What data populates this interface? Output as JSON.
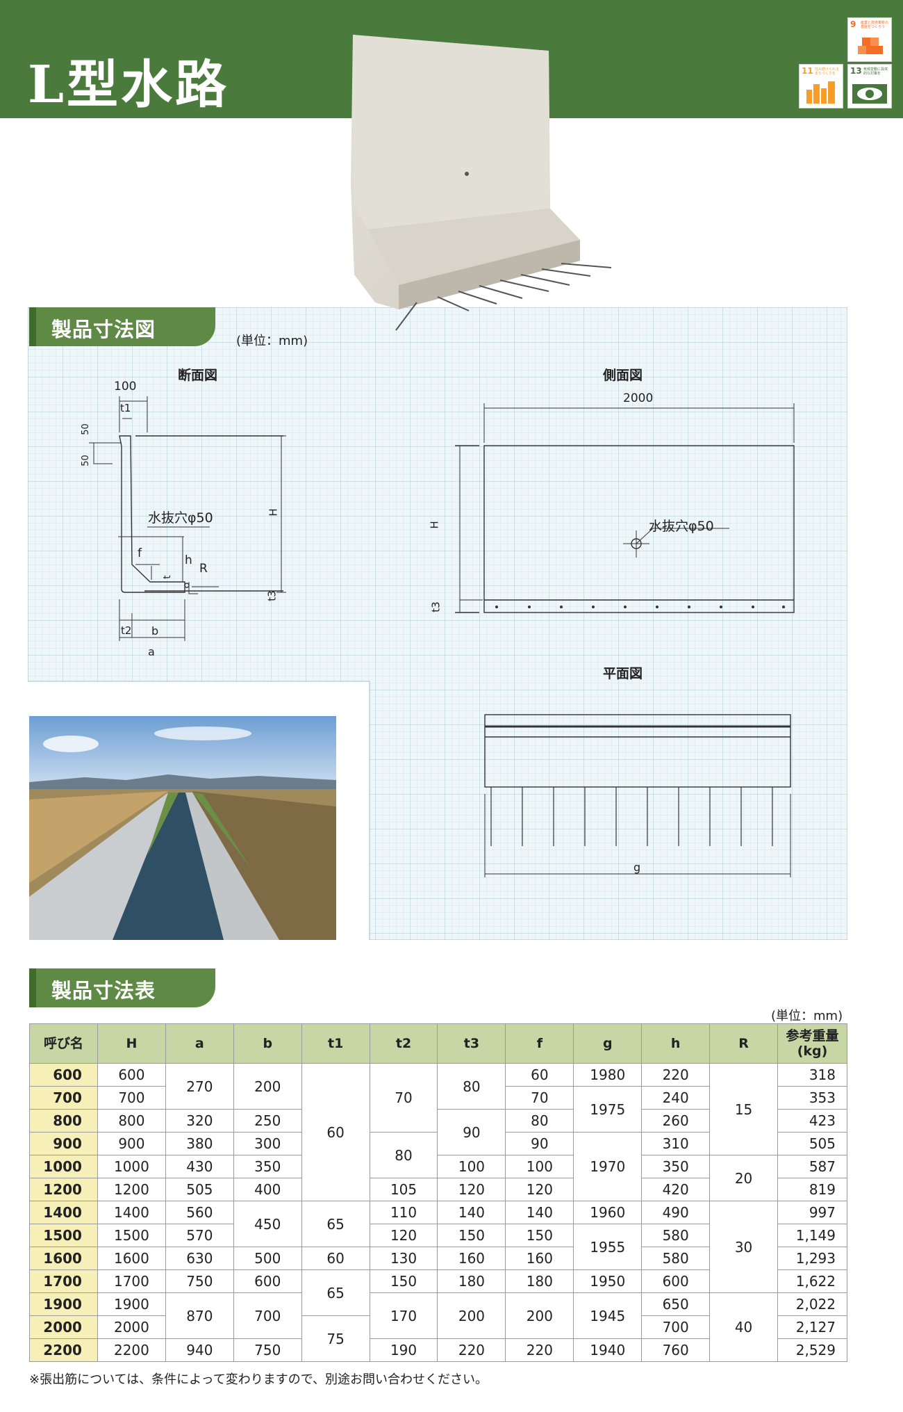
{
  "header": {
    "title": "L型水路",
    "sdgs": [
      {
        "num": "9",
        "caption": "産業と技術革新の基盤をつくろう",
        "color": "#f36d25",
        "icon": "cubes-icon"
      },
      {
        "num": "11",
        "caption": "住み続けられるまちづくりを",
        "color": "#f99d26",
        "icon": "buildings-icon"
      },
      {
        "num": "13",
        "caption": "気候変動に具体的な対策を",
        "color": "#48773e",
        "icon": "eye-globe-icon"
      }
    ]
  },
  "drawing_section": {
    "heading": "製品寸法図",
    "unit": "(単位：mm)",
    "views": {
      "cross": "断面図",
      "side": "側面図",
      "plan": "平面図"
    },
    "cross_labels": {
      "dim100": "100",
      "t1": "t1",
      "d50a": "50",
      "d50b": "50",
      "hole": "水抜穴φ50",
      "H": "H",
      "f": "f",
      "h": "h",
      "R": "R",
      "t": "t",
      "t3": "t3",
      "t2": "t2",
      "b": "b",
      "a": "a"
    },
    "side_labels": {
      "dim2000": "2000",
      "H": "H",
      "hole": "水抜穴φ50",
      "t3": "t3"
    },
    "plan_labels": {
      "g": "g"
    }
  },
  "table_section": {
    "heading": "製品寸法表",
    "unit": "(単位：mm)",
    "headers": [
      "呼び名",
      "H",
      "a",
      "b",
      "t1",
      "t2",
      "t3",
      "f",
      "g",
      "h",
      "R",
      "参考重量",
      "(kg)"
    ],
    "footnote": "※張出筋については、条件によって変わりますので、別途お問い合わせください。",
    "rows": [
      {
        "name": "600",
        "H": "600",
        "a": "270",
        "b": "200",
        "t1": "60",
        "t2": "70",
        "t3": "80",
        "f": "60",
        "g": "1980",
        "h": "220",
        "R": "15",
        "w": "318"
      },
      {
        "name": "700",
        "H": "700",
        "f": "70",
        "g": "1975",
        "h": "240",
        "w": "353"
      },
      {
        "name": "800",
        "H": "800",
        "a": "320",
        "b": "250",
        "t3": "90",
        "f": "80",
        "h": "260",
        "w": "423"
      },
      {
        "name": "900",
        "H": "900",
        "a": "380",
        "b": "300",
        "t2": "80",
        "f": "90",
        "g": "1970",
        "h": "310",
        "w": "505"
      },
      {
        "name": "1000",
        "H": "1000",
        "a": "430",
        "b": "350",
        "t3": "100",
        "f": "100",
        "h": "350",
        "R": "20",
        "w": "587"
      },
      {
        "name": "1200",
        "H": "1200",
        "a": "505",
        "b": "400",
        "t2": "105",
        "t3": "120",
        "f": "120",
        "h": "420",
        "w": "819"
      },
      {
        "name": "1400",
        "H": "1400",
        "a": "560",
        "b": "450",
        "t1": "65",
        "t2": "110",
        "t3": "140",
        "f": "140",
        "g": "1960",
        "h": "490",
        "R": "30",
        "w": "997"
      },
      {
        "name": "1500",
        "H": "1500",
        "a": "570",
        "t2": "120",
        "t3": "150",
        "f": "150",
        "g": "1955",
        "h": "580",
        "w": "1,149"
      },
      {
        "name": "1600",
        "H": "1600",
        "a": "630",
        "b": "500",
        "t1": "60",
        "t2": "130",
        "t3": "160",
        "f": "160",
        "h": "580",
        "w": "1,293"
      },
      {
        "name": "1700",
        "H": "1700",
        "a": "750",
        "b": "600",
        "t1": "65",
        "t2": "150",
        "t3": "180",
        "f": "180",
        "g": "1950",
        "h": "600",
        "w": "1,622"
      },
      {
        "name": "1900",
        "H": "1900",
        "a": "870",
        "b": "700",
        "t2": "170",
        "t3": "200",
        "f": "200",
        "g": "1945",
        "h": "650",
        "R": "40",
        "w": "2,022"
      },
      {
        "name": "2000",
        "H": "2000",
        "t1": "75",
        "h": "700",
        "w": "2,127"
      },
      {
        "name": "2200",
        "H": "2200",
        "a": "940",
        "b": "750",
        "t2": "190",
        "t3": "220",
        "f": "220",
        "g": "1940",
        "h": "760",
        "w": "2,529"
      }
    ]
  }
}
